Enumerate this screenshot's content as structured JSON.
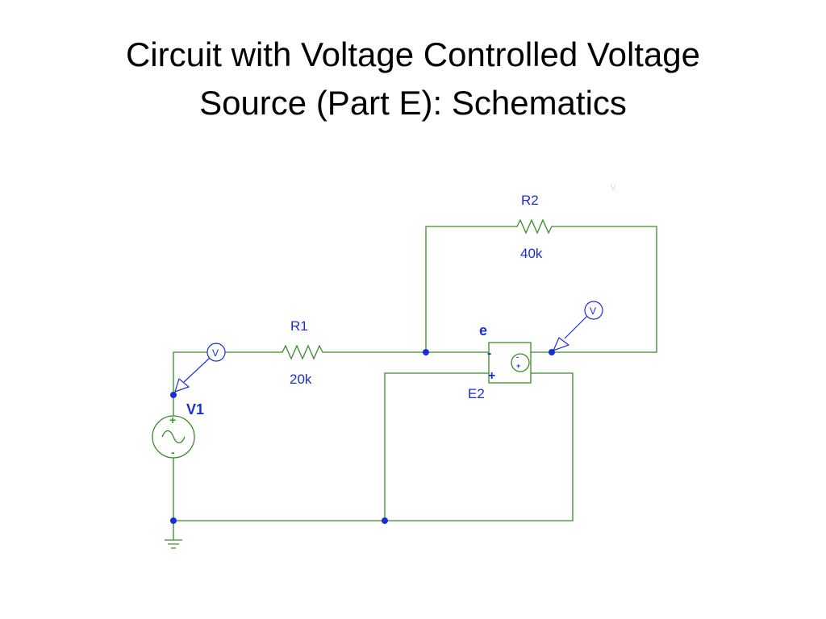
{
  "slide": {
    "title_line1": "Circuit with Voltage Controlled Voltage",
    "title_line2": "Source (Part E): Schematics"
  },
  "schematic": {
    "r1": {
      "name": "R1",
      "value": "20k"
    },
    "r2": {
      "name": "R2",
      "value": "40k"
    },
    "v1": {
      "name": "V1",
      "plus": "+",
      "minus": "-"
    },
    "e2": {
      "name": "E2",
      "node_label": "e",
      "in_minus": "-",
      "in_plus": "+",
      "src_minus": "-",
      "src_plus": "+"
    },
    "probe_label": "V",
    "ghost_marker": "v",
    "colors": {
      "wire": "#3a8a2a",
      "label": "#1a2ed8",
      "junction": "#1a2ed8"
    }
  }
}
